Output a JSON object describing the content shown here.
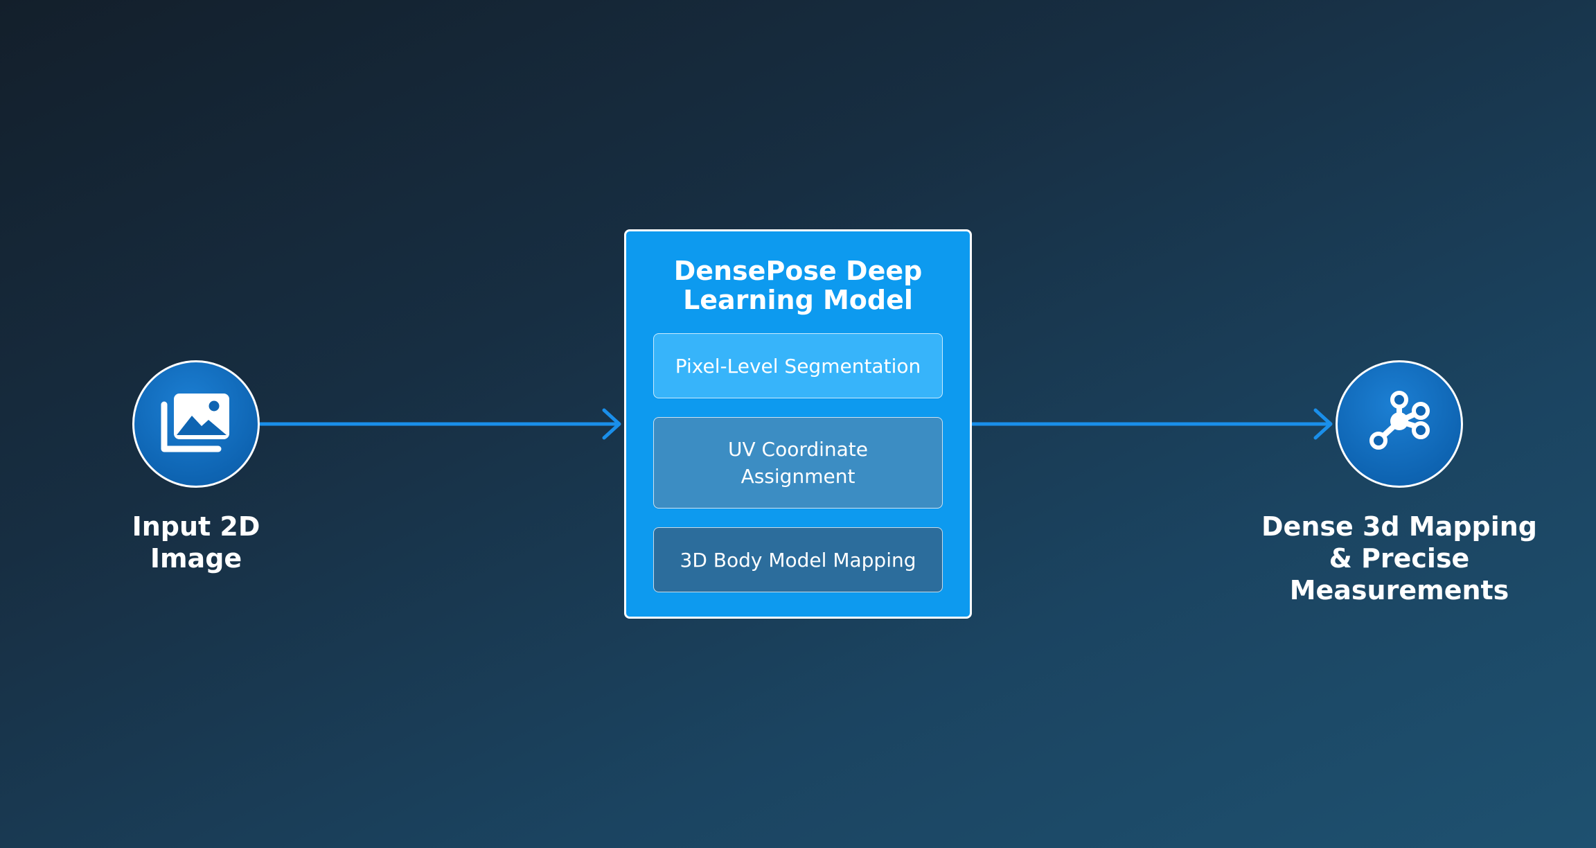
{
  "diagram": {
    "input": {
      "label": "Input 2D\nImage",
      "icon": "image-gallery-icon"
    },
    "model": {
      "title": "DensePose Deep\nLearning Model",
      "steps": [
        {
          "label": "Pixel-Level Segmentation"
        },
        {
          "label": "UV Coordinate\nAssignment"
        },
        {
          "label": "3D Body Model Mapping"
        }
      ]
    },
    "output": {
      "label": "Dense 3d Mapping\n& Precise\nMeasurements",
      "icon": "network-nodes-icon"
    },
    "colors": {
      "background_dark": "#131f2b",
      "background_light": "#1e5170",
      "node_fill": "#0e64b2",
      "connector": "#1a8fea",
      "model_fill": "#0d9aef",
      "step_1_fill": "#37b4fa",
      "step_2_fill": "#3c8dc3",
      "step_3_fill": "#2c6d9c"
    }
  }
}
